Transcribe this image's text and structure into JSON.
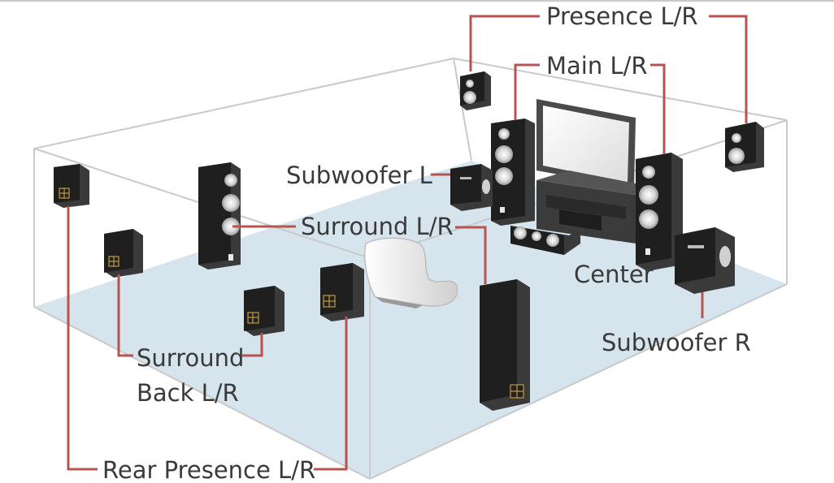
{
  "labels": {
    "presence": "Presence L/R",
    "main": "Main L/R",
    "subwoofer_l": "Subwoofer L",
    "surround": "Surround L/R",
    "center": "Center",
    "subwoofer_r": "Subwoofer R",
    "surround_back_line1": "Surround",
    "surround_back_line2": "Back L/R",
    "rear_presence": "Rear Presence L/R"
  },
  "colors": {
    "floor": "#d6e4ee",
    "leader": "#b85450",
    "speaker_dark": "#2a2a2a",
    "speaker_side": "#4a4a4a",
    "cone": "#e8e8e8",
    "accent": "#e0b040",
    "room_edge": "#c9c9c9"
  }
}
